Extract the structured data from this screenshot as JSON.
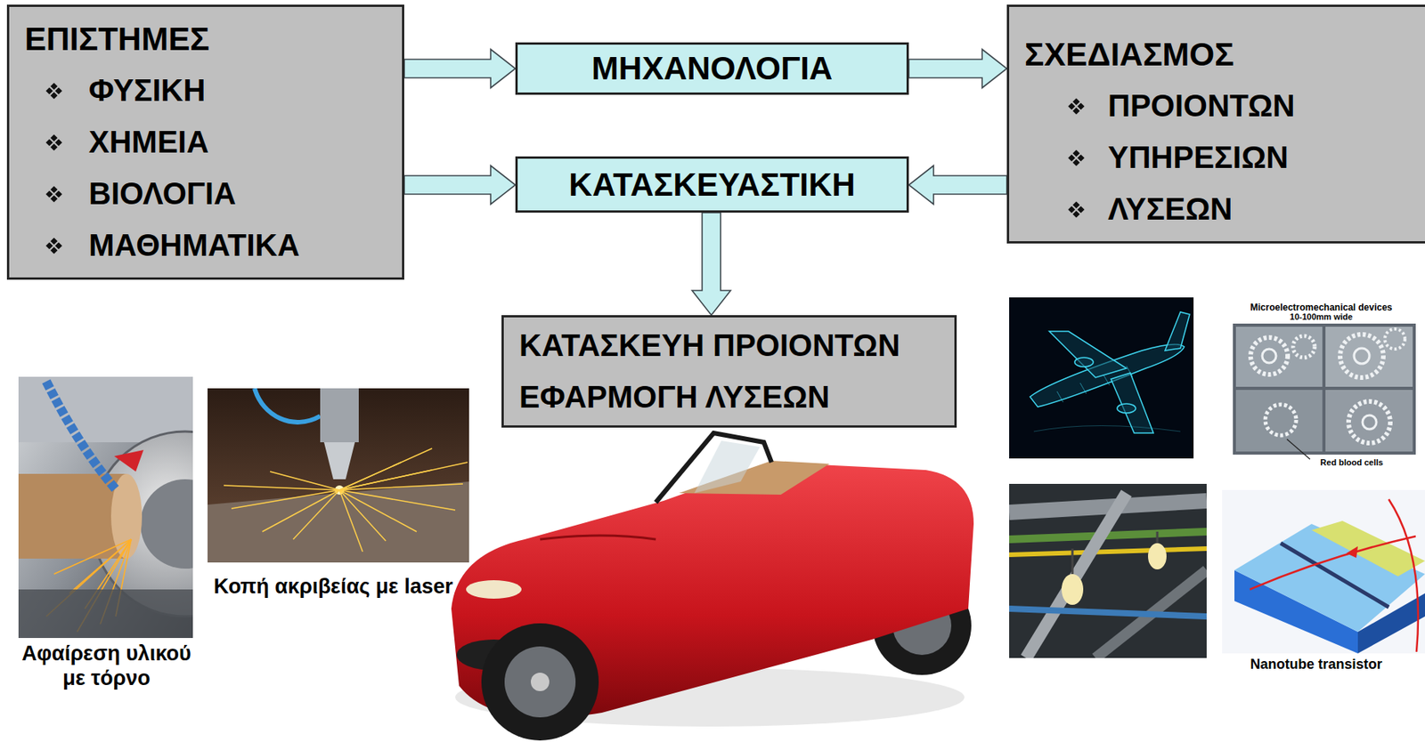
{
  "diagram": {
    "nodes": [
      {
        "text": [
          "ΕΠΙΣΤΗΜΕΣ",
          "ΦΥΣΙΚΗ",
          "ΧΗΜΕΙΑ",
          "ΒΙΟΛΟΓΙΑ",
          "ΜΑΘΗΜΑΤΙΚΑ"
        ]
      },
      {
        "text": [
          "ΜΗΧΑΝΟΛΟΓΙΑ"
        ]
      },
      {
        "text": [
          "ΣΧΕΔΙΑΣΜΟΣ",
          "ΠΡΟΙΟΝΤΩΝ",
          "ΥΠΗΡΕΣΙΩΝ",
          "ΛΥΣΕΩΝ"
        ]
      },
      {
        "text": [
          "ΚΑΤΑΣΚΕΥΑΣΤΙΚΗ"
        ]
      },
      {
        "text": [
          "ΚΑΤΑΣΚΕΥΗ ΠΡΟΙΟΝΤΩΝ",
          "ΕΦΑΡΜΟΓΗ ΛΥΣΕΩΝ"
        ]
      }
    ],
    "edges": [
      {
        "from": 0,
        "to": 1,
        "arrow": "to"
      },
      {
        "from": 0,
        "to": 3,
        "arrow": "to"
      },
      {
        "from": 1,
        "to": 2,
        "arrow": "to"
      },
      {
        "from": 2,
        "to": 3,
        "arrow": "to"
      },
      {
        "from": 3,
        "to": 4,
        "arrow": "to"
      }
    ],
    "labels": [
      "Αφαίρεση υλικού με τόρνο",
      "Κοπή ακριβείας με laser",
      "Microelectromechanical devices",
      "10-100mm wide",
      "Red blood cells",
      "Nanotube transistor"
    ]
  }
}
